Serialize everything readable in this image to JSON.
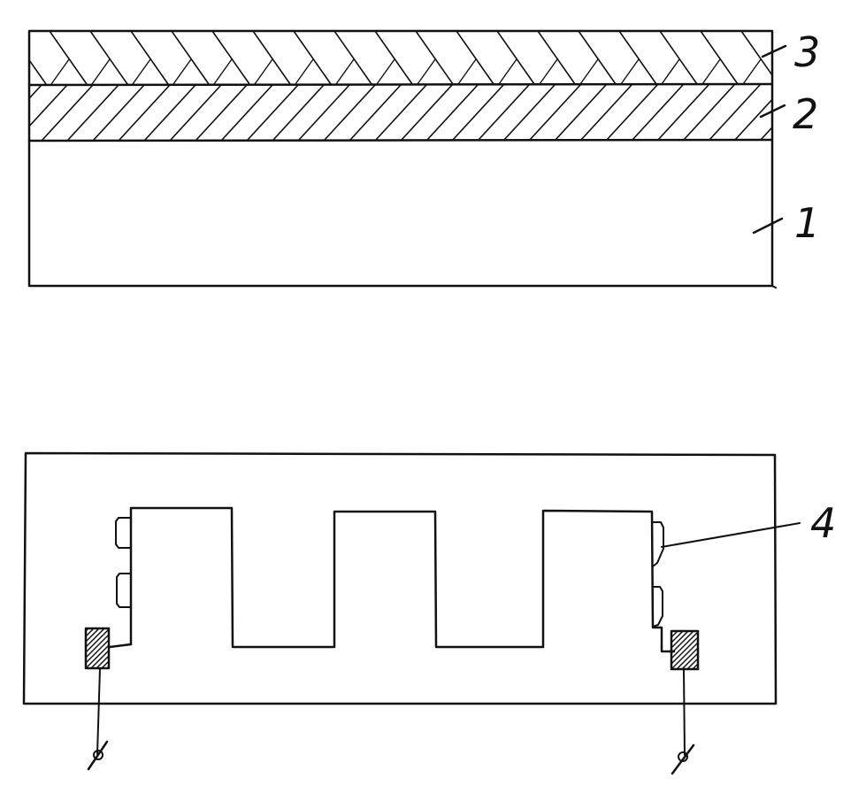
{
  "diagram": {
    "ink_color": "#111111",
    "background_color": "#ffffff",
    "top_view": {
      "layers": [
        {
          "label": "1",
          "hatch": "none"
        },
        {
          "label": "2",
          "hatch": "forward-diagonal"
        },
        {
          "label": "3",
          "hatch": "chevron"
        }
      ]
    },
    "bottom_view": {
      "callout_label": "4",
      "meander_periods": 3
    }
  }
}
